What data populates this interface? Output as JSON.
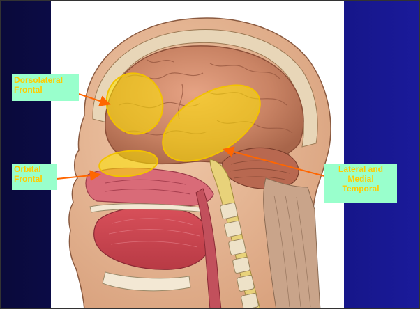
{
  "slide": {
    "background_gradient": [
      "#0a0a3a",
      "#1a1a9a"
    ],
    "panel_color": "#ffffff"
  },
  "figure": {
    "subject": "sagittal-section-head",
    "region_highlight_color": "#ffe600",
    "arrow_color": "#ff6600"
  },
  "labels": {
    "dorsolateral_frontal": [
      "Dorsolateral",
      "Frontal"
    ],
    "orbital_frontal": [
      "Orbital",
      "Frontal"
    ],
    "lateral_medial_temporal": [
      "Lateral and",
      "Medial",
      "Temporal"
    ],
    "label_bg": "#99ffcc",
    "label_text_color": "#ffcc00"
  }
}
